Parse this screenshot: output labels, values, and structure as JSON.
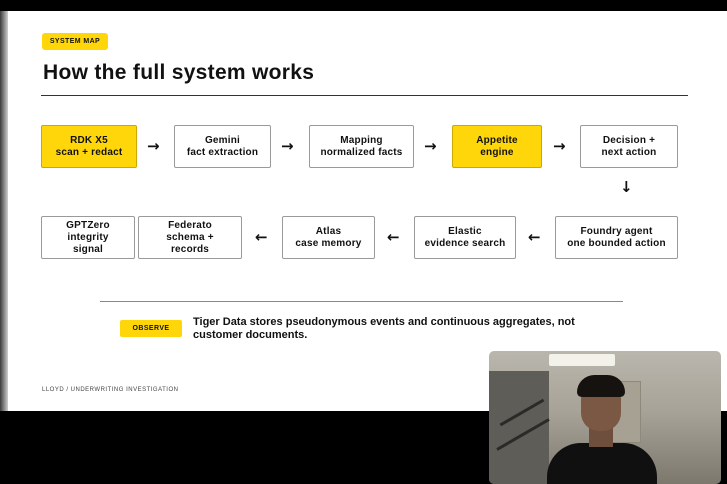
{
  "slide": {
    "tag": "SYSTEM MAP",
    "title": "How the full system works",
    "flow_row1": [
      {
        "line1": "RDK X5",
        "line2": "scan + redact",
        "highlight": true
      },
      {
        "line1": "Gemini",
        "line2": "fact extraction",
        "highlight": false
      },
      {
        "line1": "Mapping",
        "line2": "normalized facts",
        "highlight": false
      },
      {
        "line1": "Appetite",
        "line2": "engine",
        "highlight": true
      },
      {
        "line1": "Decision +",
        "line2": "next action",
        "highlight": false
      }
    ],
    "flow_row2": [
      {
        "line1": "Foundry agent",
        "line2": "one bounded action"
      },
      {
        "line1": "Elastic",
        "line2": "evidence search"
      },
      {
        "line1": "Atlas",
        "line2": "case memory"
      },
      {
        "line1": "Federato",
        "line2": "schema +",
        "line3": "records"
      },
      {
        "line1": "GPTZero",
        "line2": "integrity",
        "line3": "signal"
      }
    ],
    "arrows": {
      "right": "→",
      "left": "←",
      "down": "↓"
    },
    "observe_tag": "OBSERVE",
    "observe_text": "Tiger Data stores pseudonymous events and continuous aggregates, not customer documents.",
    "footer": "LLOYD  /  UNDERWRITING INVESTIGATION"
  },
  "colors": {
    "accent": "#ffd60a",
    "text": "#111111",
    "background": "#ffffff"
  }
}
